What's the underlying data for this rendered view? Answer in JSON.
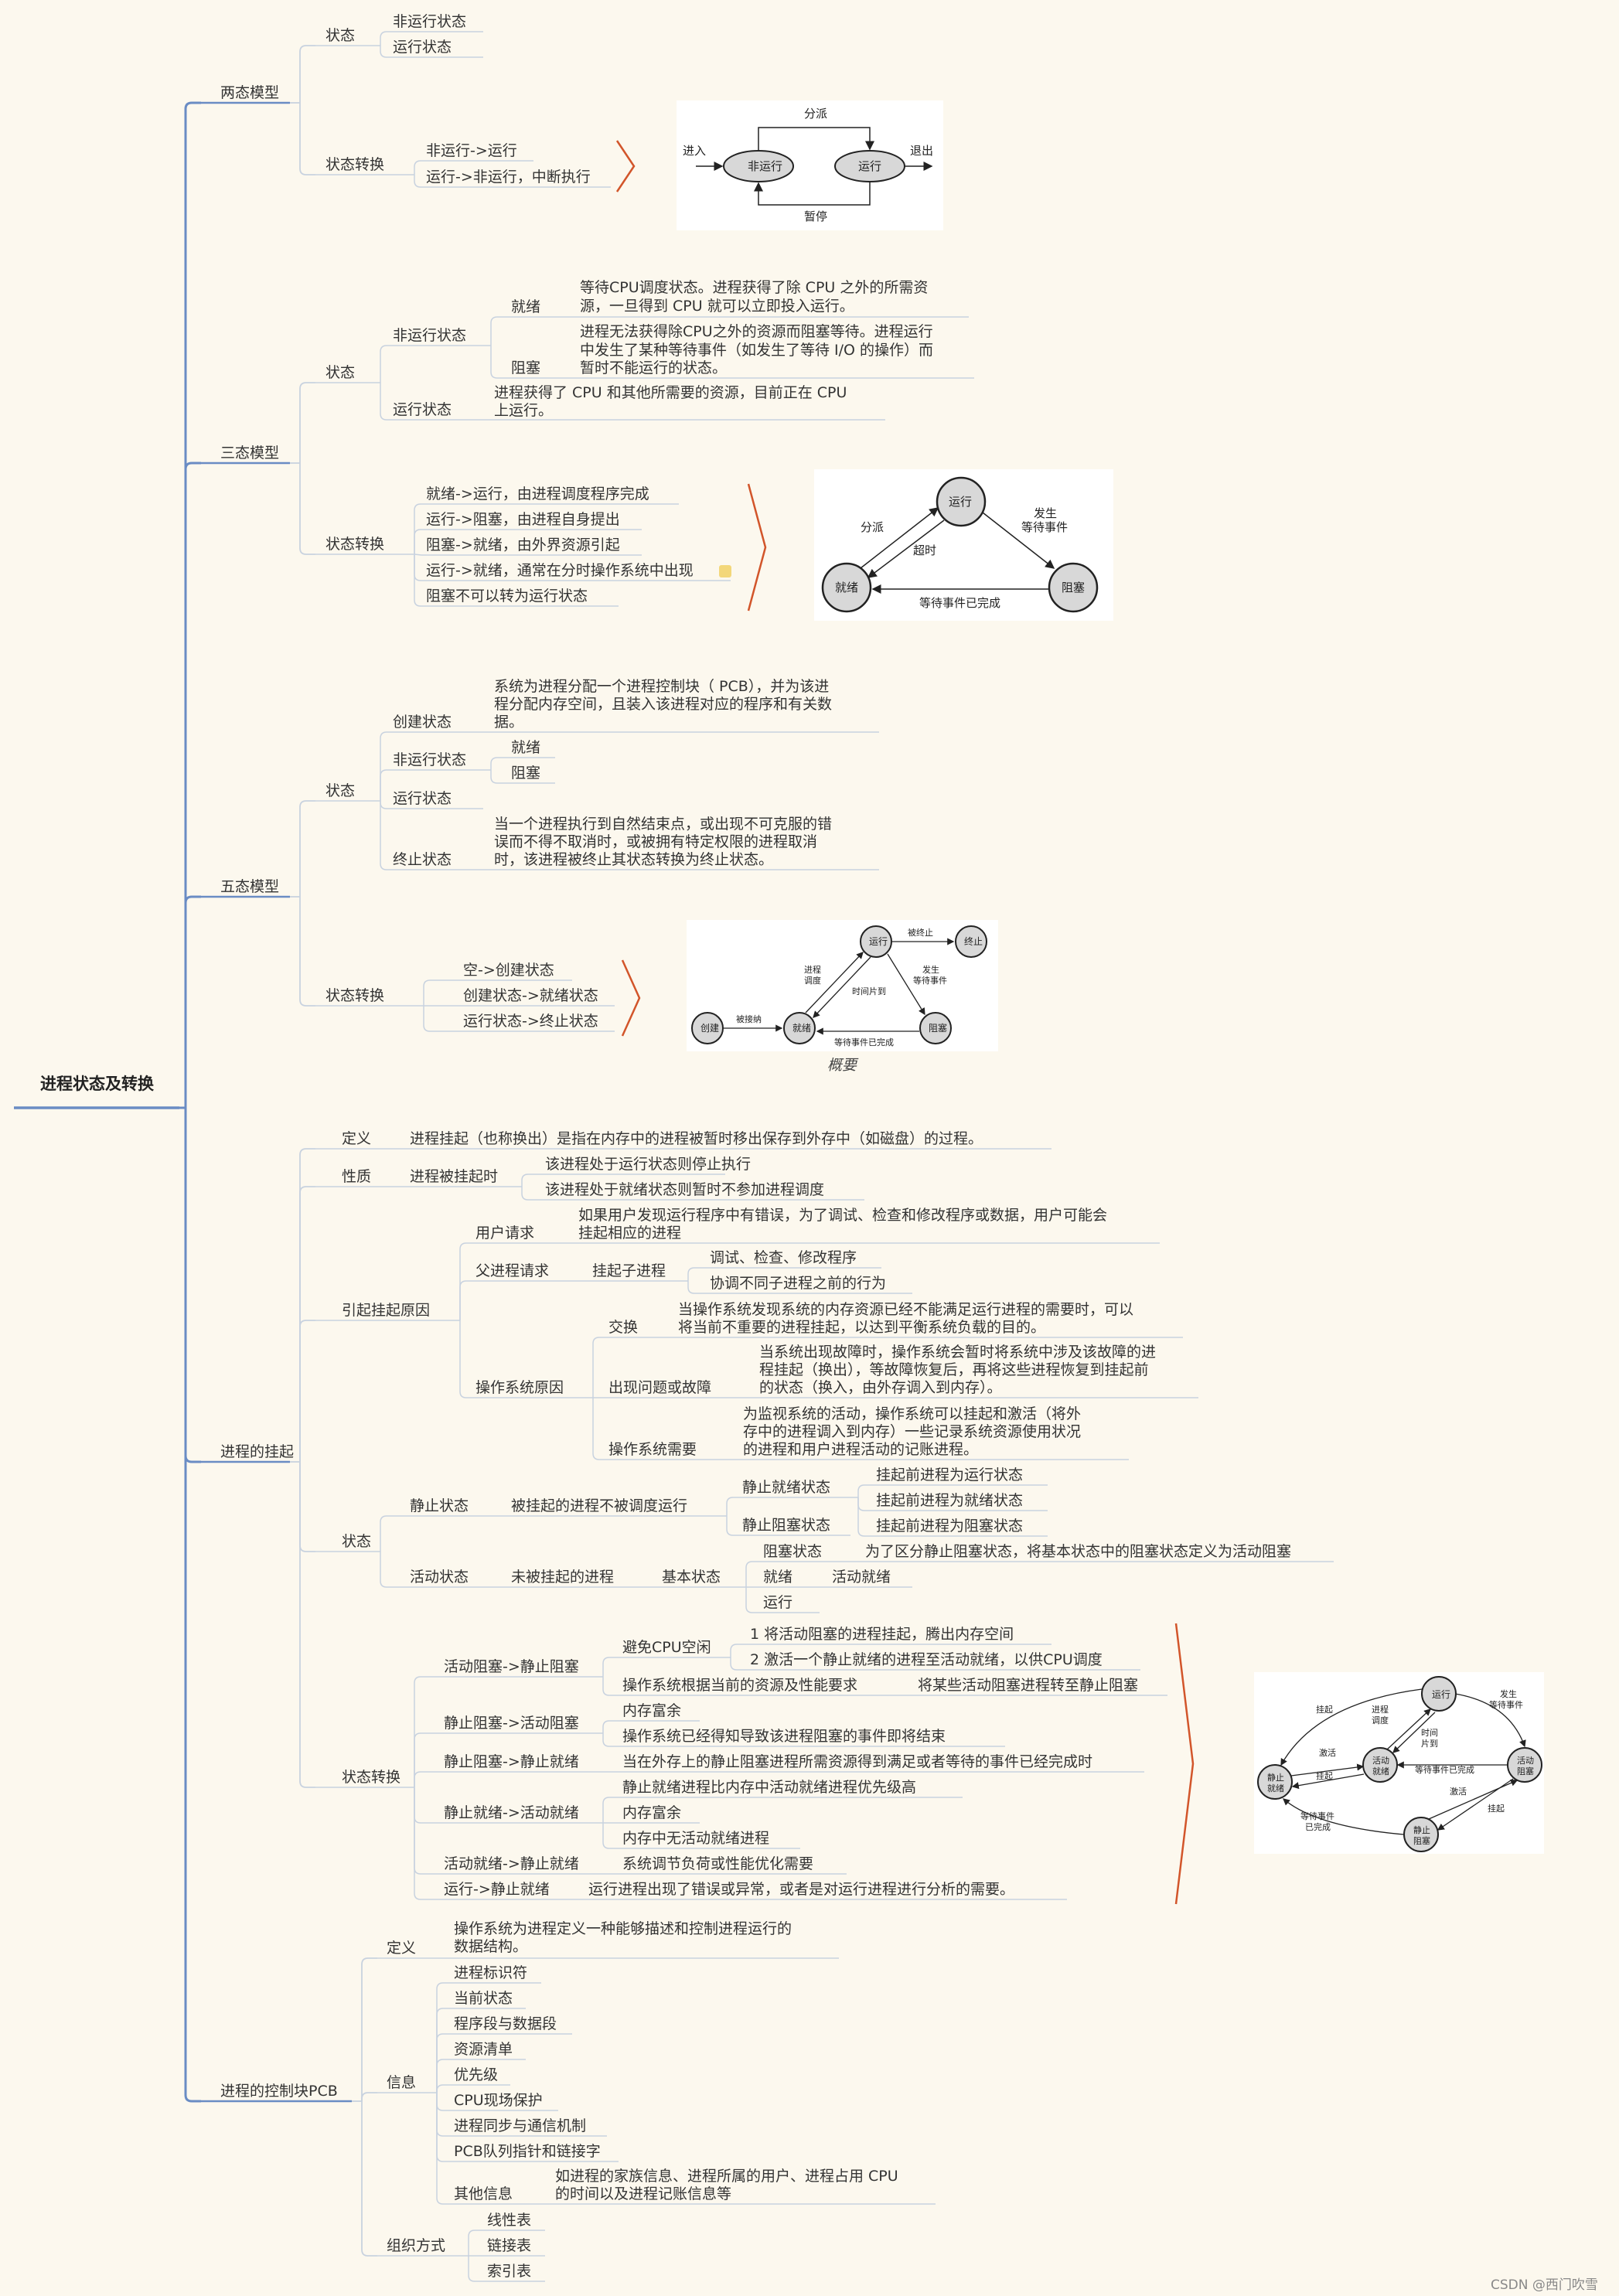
{
  "root": "进程状态及转换",
  "two": {
    "title": "两态模型",
    "state_label": "状态",
    "states": [
      "非运行状态",
      "运行状态"
    ],
    "trans_label": "状态转换",
    "trans": [
      "非运行->运行",
      "运行->非运行，中断执行"
    ],
    "fig": {
      "enter": "进入",
      "not_running": "非运行",
      "running": "运行",
      "exit": "退出",
      "dispatch": "分派",
      "pause": "暂停"
    }
  },
  "three": {
    "title": "三态模型",
    "state_label": "状态",
    "nonrun_label": "非运行状态",
    "ready_label": "就绪",
    "ready_desc": [
      "等待CPU调度状态。进程获得了除 CPU 之外的所需资",
      "源，一旦得到 CPU 就可以立即投入运行。"
    ],
    "blocked_label": "阻塞",
    "blocked_desc": [
      "进程无法获得除CPU之外的资源而阻塞等待。进程运行",
      "中发生了某种等待事件（如发生了等待 I/O 的操作）而",
      "暂时不能运行的状态。"
    ],
    "run_label": "运行状态",
    "run_desc": [
      "进程获得了 CPU 和其他所需要的资源，目前正在 CPU",
      "上运行。"
    ],
    "trans_label": "状态转换",
    "trans": [
      "就绪->运行，由进程调度程序完成",
      "运行->阻塞，由进程自身提出",
      "阻塞->就绪，由外界资源引起",
      "运行->就绪，通常在分时操作系统中出现",
      "阻塞不可以转为运行状态"
    ],
    "fig": {
      "run": "运行",
      "ready": "就绪",
      "blocked": "阻塞",
      "dispatch": "分派",
      "timeout": "超时",
      "event1": "发生",
      "event2": "等待事件",
      "done": "等待事件已完成"
    }
  },
  "five": {
    "title": "五态模型",
    "state_label": "状态",
    "create_label": "创建状态",
    "create_desc": [
      "系统为进程分配一个进程控制块（ PCB），并为该进",
      "程分配内存空间，且装入该进程对应的程序和有关数",
      "据。"
    ],
    "nonrun_label": "非运行状态",
    "nonrun_items": [
      "就绪",
      "阻塞"
    ],
    "run_label": "运行状态",
    "term_label": "终止状态",
    "term_desc": [
      "当一个进程执行到自然结束点，或出现不可克服的错",
      "误而不得不取消时，或被拥有特定权限的进程取消",
      "时，该进程被终止其状态转换为终止状态。"
    ],
    "trans_label": "状态转换",
    "trans": [
      "空->创建状态",
      "创建状态->就绪状态",
      "运行状态->终止状态"
    ],
    "fig": {
      "run": "运行",
      "terminate": "终止",
      "terminated": "被终止",
      "sched1": "进程",
      "sched2": "调度",
      "ev1": "发生",
      "ev2": "等待事件",
      "slice": "时间片到",
      "create": "创建",
      "admit": "被接纳",
      "ready": "就绪",
      "blocked": "阻塞",
      "done": "等待事件已完成"
    },
    "caption": "概要"
  },
  "suspend": {
    "title": "进程的挂起",
    "def_label": "定义",
    "def_text": "进程挂起（也称换出）是指在内存中的进程被暂时移出保存到外存中（如磁盘）的过程。",
    "prop_label": "性质",
    "prop_sub": "进程被挂起时",
    "prop_items": [
      "该进程处于运行状态则停止执行",
      "该进程处于就绪状态则暂时不参加进程调度"
    ],
    "cause_label": "引起挂起原因",
    "user_label": "用户请求",
    "user_desc": [
      "如果用户发现运行程序中有错误，为了调试、检查和修改程序或数据，用户可能会",
      "挂起相应的进程"
    ],
    "parent_label": "父进程请求",
    "parent_sub": "挂起子进程",
    "parent_items": [
      "调试、检查、修改程序",
      "协调不同子进程之前的行为"
    ],
    "os_label": "操作系统原因",
    "swap_label": "交换",
    "swap_desc": [
      "当操作系统发现系统的内存资源已经不能满足运行进程的需要时，可以",
      "将当前不重要的进程挂起，以达到平衡系统负载的目的。"
    ],
    "fault_label": "出现问题或故障",
    "fault_desc": [
      "当系统出现故障时，操作系统会暂时将系统中涉及该故障的进",
      "程挂起（换出），等故障恢复后，再将这些进程恢复到挂起前",
      "的状态（换入，由外存调入到内存）。"
    ],
    "need_label": "操作系统需要",
    "need_desc": [
      "为监视系统的活动，操作系统可以挂起和激活（将外",
      "存中的进程调入到内存）一些记录系统资源使用状况",
      "的进程和用户进程活动的记账进程。"
    ],
    "state_label": "状态",
    "static_label": "静止状态",
    "static_sub": "被挂起的进程不被调度运行",
    "static_ready": "静止就绪状态",
    "static_blocked": "静止阻塞状态",
    "static_items": [
      "挂起前进程为运行状态",
      "挂起前进程为就绪状态",
      "挂起前进程为阻塞状态"
    ],
    "active_label": "活动状态",
    "active_sub": "未被挂起的进程",
    "basic_label": "基本状态",
    "blocked_state": "阻塞状态",
    "blocked_state_desc": "为了区分静止阻塞状态，将基本状态中的阻塞状态定义为活动阻塞",
    "ready": "就绪",
    "active_ready": "活动就绪",
    "running": "运行",
    "trans_label": "状态转换",
    "t1_label": "活动阻塞->静止阻塞",
    "t1_cpu": "避免CPU空闲",
    "t1_cpu_items": [
      "1 将活动阻塞的进程挂起，腾出内存空间",
      "2 激活一个静止就绪的进程至活动就绪，以供CPU调度"
    ],
    "t1_os": "操作系统根据当前的资源及性能要求",
    "t1_os_desc": "将某些活动阻塞进程转至静止阻塞",
    "t2_label": "静止阻塞->活动阻塞",
    "t2_items": [
      "内存富余",
      "操作系统已经得知导致该进程阻塞的事件即将结束"
    ],
    "t3_label": "静止阻塞->静止就绪",
    "t3_desc": "当在外存上的静止阻塞进程所需资源得到满足或者等待的事件已经完成时",
    "t4_label": "静止就绪->活动就绪",
    "t4_items": [
      "静止就绪进程比内存中活动就绪进程优先级高",
      "内存富余",
      "内存中无活动就绪进程"
    ],
    "t5_label": "活动就绪->静止就绪",
    "t5_desc": "系统调节负荷或性能优化需要",
    "t6_label": "运行->静止就绪",
    "t6_desc": "运行进程出现了错误或异常，或者是对运行进程进行分析的需要。",
    "fig": {
      "run": "运行",
      "suspend": "挂起",
      "sched1": "进程",
      "sched2": "调度",
      "slice1": "时间",
      "slice2": "片到",
      "ev1": "发生",
      "ev2": "等待事件",
      "activate": "激活",
      "static_ready1": "静止",
      "static_ready2": "就绪",
      "active_ready1": "活动",
      "active_ready2": "就绪",
      "active_blocked1": "活动",
      "active_blocked2": "阻塞",
      "static_blocked1": "静止",
      "static_blocked2": "阻塞",
      "done": "等待事件已完成",
      "done2a": "等待事件",
      "done2b": "已完成"
    }
  },
  "pcb": {
    "title": "进程的控制块PCB",
    "def_label": "定义",
    "def_desc": [
      "操作系统为进程定义一种能够描述和控制进程运行的",
      "数据结构。"
    ],
    "info_label": "信息",
    "info_items": [
      "进程标识符",
      "当前状态",
      "程序段与数据段",
      "资源清单",
      "优先级",
      "CPU现场保护",
      "进程同步与通信机制",
      "PCB队列指针和链接字"
    ],
    "other_label": "其他信息",
    "other_desc": [
      "如进程的家族信息、进程所属的用户、进程占用 CPU",
      "的时间以及进程记账信息等"
    ],
    "org_label": "组织方式",
    "org_items": [
      "线性表",
      "链接表",
      "索引表"
    ]
  },
  "watermark": "CSDN @西门吹雪",
  "colors": {
    "line": "#6a8cc4",
    "underline": "#c8d2df",
    "brace": "#d2552a",
    "node": "#d8d8d8"
  }
}
